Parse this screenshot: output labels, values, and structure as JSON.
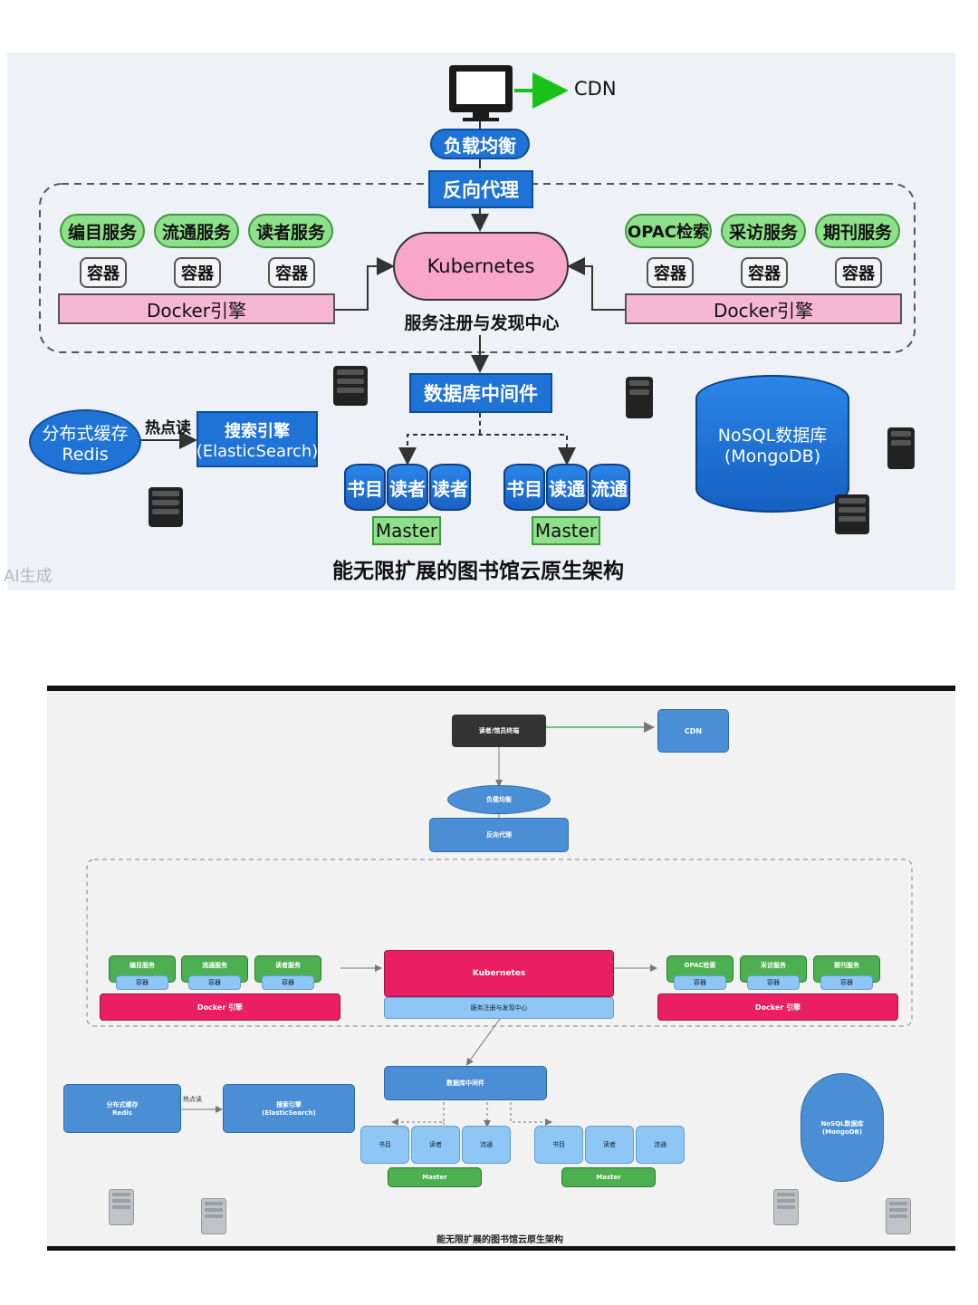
{
  "top": {
    "cdn": "CDN",
    "load_balancer": "负载均衡",
    "reverse_proxy": "反向代理",
    "kubernetes": "Kubernetes",
    "registry": "服务注册与发现中心",
    "left_services": [
      "编目服务",
      "流通服务",
      "读者服务"
    ],
    "right_services": [
      "OPAC检索",
      "采访服务",
      "期刊服务"
    ],
    "container": "容器",
    "docker": "Docker引擎",
    "db_middleware": "数据库中间件",
    "cache_line1": "分布式缓存",
    "cache_line2": "Redis",
    "hot_read": "热点读",
    "search_line1": "搜索引擎",
    "search_line2": "(ElasticSearch)",
    "nosql_line1": "NoSQL数据库",
    "nosql_line2": "(MongoDB)",
    "cluster1": [
      "书目",
      "读者",
      "读者"
    ],
    "cluster2": [
      "书目",
      "读通",
      "流通"
    ],
    "master": "Master",
    "title": "能无限扩展的图书馆云原生架构",
    "watermark": "AI生成"
  },
  "bottom": {
    "terminal": "读者/馆员终端",
    "cdn": "CDN",
    "load_balancer": "负载均衡",
    "reverse_proxy": "反向代理",
    "kubernetes": "Kubernetes",
    "registry": "服务注册与发现中心",
    "left_services": [
      "编目服务",
      "流通服务",
      "读者服务"
    ],
    "right_services": [
      "OPAC检索",
      "采访服务",
      "期刊服务"
    ],
    "container": "容器",
    "docker": "Docker 引擎",
    "db_middleware": "数据库中间件",
    "cache_line1": "分布式缓存",
    "cache_line2": "Redis",
    "hot_read": "热点读",
    "search_line1": "搜索引擎",
    "search_line2": "(ElasticSearch)",
    "nosql_line1": "NoSQL数据库",
    "nosql_line2": "(MongoDB)",
    "cluster1": [
      "书目",
      "读者",
      "流通"
    ],
    "cluster2": [
      "书目",
      "读者",
      "流通"
    ],
    "master": "Master",
    "title": "能无限扩展的图书馆云原生架构"
  }
}
